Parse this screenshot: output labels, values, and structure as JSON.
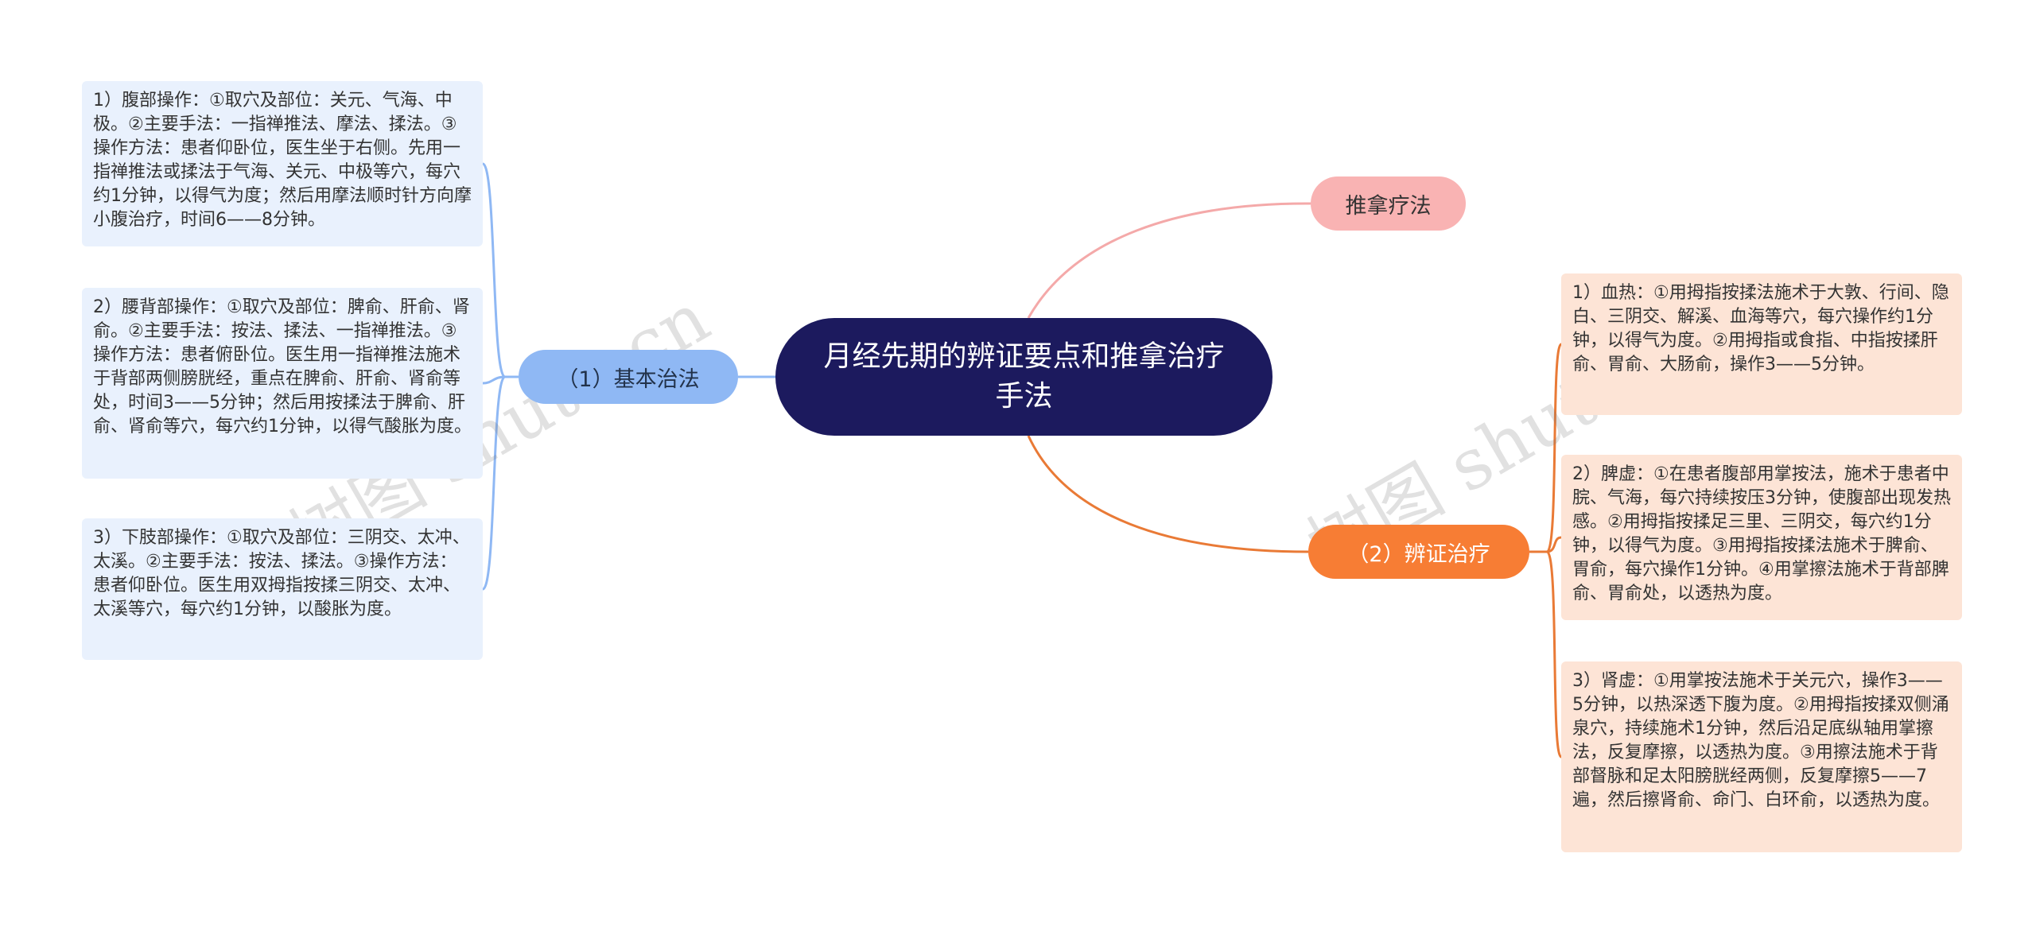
{
  "root": {
    "title": "月经先期的辨证要点和推拿治疗手法"
  },
  "branches": {
    "tuina": {
      "label": "推拿疗法"
    },
    "basic": {
      "label": "（1）基本治法",
      "items": [
        "1）腹部操作：①取穴及部位：关元、气海、中极。②主要手法：一指禅推法、摩法、揉法。③操作方法：患者仰卧位，医生坐于右侧。先用一指禅推法或揉法于气海、关元、中极等穴，每穴约1分钟，以得气为度；然后用摩法顺时针方向摩小腹治疗，时间6——8分钟。",
        "2）腰背部操作：①取穴及部位：脾俞、肝俞、肾俞。②主要手法：按法、揉法、一指禅推法。③操作方法：患者俯卧位。医生用一指禅推法施术于背部两侧膀胱经，重点在脾俞、肝俞、肾俞等处，时间3——5分钟；然后用按揉法于脾俞、肝俞、肾俞等穴，每穴约1分钟，以得气酸胀为度。",
        "3）下肢部操作：①取穴及部位：三阴交、太冲、太溪。②主要手法：按法、揉法。③操作方法：患者仰卧位。医生用双拇指按揉三阴交、太冲、太溪等穴，每穴约1分钟，以酸胀为度。"
      ]
    },
    "diag": {
      "label": "（2）辨证治疗",
      "items": [
        "1）血热：①用拇指按揉法施术于大敦、行间、隐白、三阴交、解溪、血海等穴，每穴操作约1分钟，以得气为度。②用拇指或食指、中指按揉肝俞、胃俞、大肠俞，操作3——5分钟。",
        "2）脾虚：①在患者腹部用掌按法，施术于患者中脘、气海，每穴持续按压3分钟，使腹部出现发热感。②用拇指按揉足三里、三阴交，每穴约1分钟，以得气为度。③用拇指按揉法施术于脾俞、胃俞，每穴操作1分钟。④用掌擦法施术于背部脾俞、胃俞处，以透热为度。",
        "3）肾虚：①用掌按法施术于关元穴，操作3——5分钟，以热深透下腹为度。②用拇指按揉双侧涌泉穴，持续施术1分钟，然后沿足底纵轴用掌擦法，反复摩擦，以透热为度。③用擦法施术于背部督脉和足太阳膀胱经两侧，反复摩擦5——7遍，然后擦肾俞、命门、白环俞，以透热为度。"
      ]
    }
  },
  "colors": {
    "root_bg": "#1c1a5e",
    "tuina": "#f9b3b3",
    "basic": "#8fb8f4",
    "diag": "#f77d34",
    "basic_leaf_bg": "#e9f1fd",
    "diag_leaf_bg": "#fde4d6"
  }
}
